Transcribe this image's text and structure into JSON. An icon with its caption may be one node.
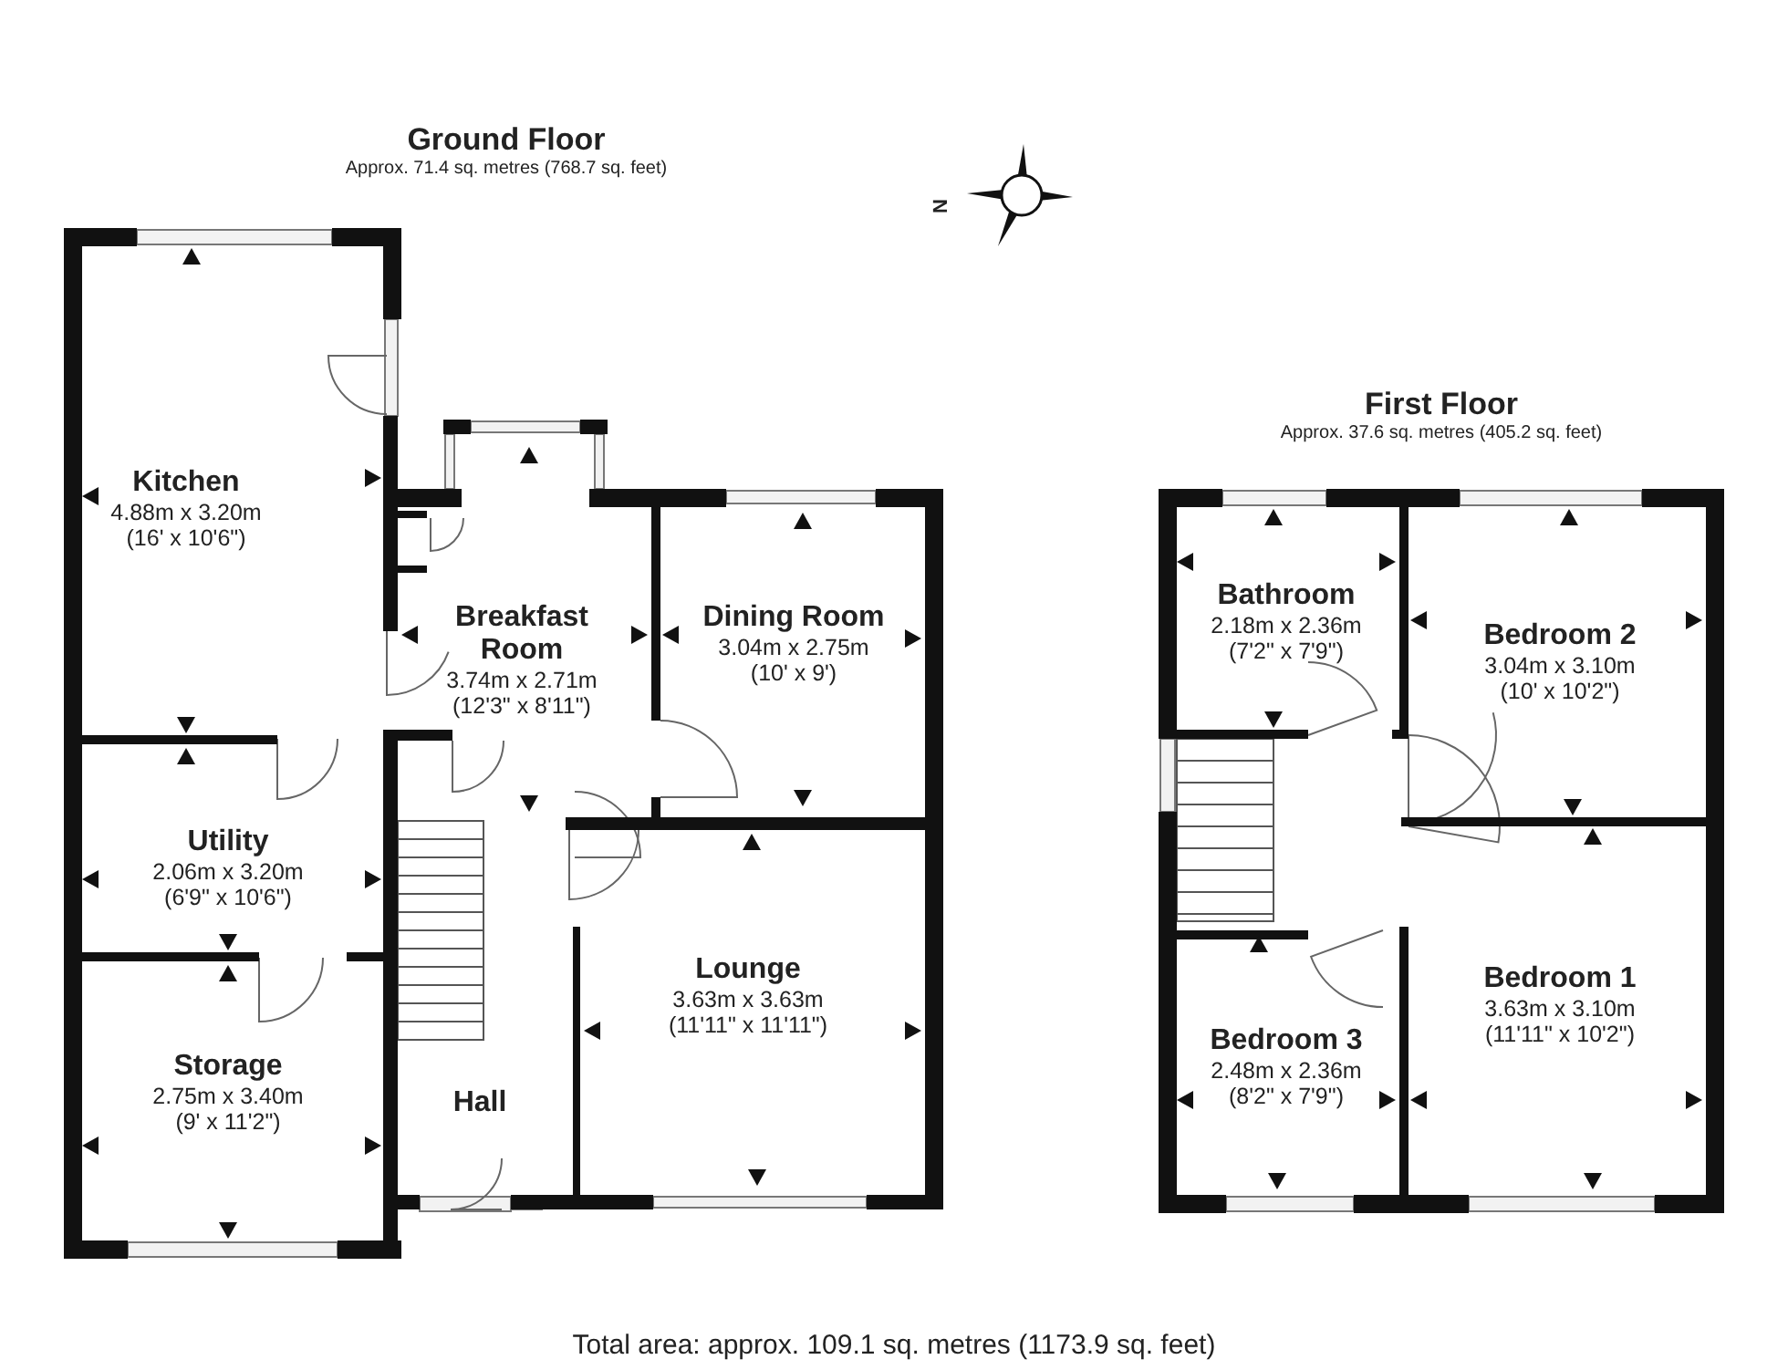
{
  "diagram": {
    "caption": "Total area: approx. 109.1 sq. metres (1173.9 sq. feet)",
    "nodes": [
      {
        "text": [
          "Ground Floor",
          "Approx. 71.4 sq. metres (768.7 sq. feet)"
        ]
      },
      {
        "text": [
          "Kitchen",
          "4.88m x 3.20m",
          "(16' x 10'6\")"
        ],
        "in": 0
      },
      {
        "text": [
          "Breakfast Room",
          "3.74m x 2.71m",
          "(12'3\" x 8'11\")"
        ],
        "in": 0
      },
      {
        "text": [
          "Dining Room",
          "3.04m x 2.75m",
          "(10' x 9')"
        ],
        "in": 0
      },
      {
        "text": [
          "Utility",
          "2.06m x 3.20m",
          "(6'9\" x 10'6\")"
        ],
        "in": 0
      },
      {
        "text": [
          "Lounge",
          "3.63m x 3.63m",
          "(11'11\" x 11'11\")"
        ],
        "in": 0
      },
      {
        "text": [
          "Storage",
          "2.75m x 3.40m",
          "(9' x 11'2\")"
        ],
        "in": 0
      },
      {
        "text": [
          "Hall"
        ],
        "in": 0
      },
      {
        "text": [
          "First Floor",
          "Approx. 37.6 sq. metres (405.2 sq. feet)"
        ]
      },
      {
        "text": [
          "Bathroom",
          "2.18m x 2.36m",
          "(7'2\" x 7'9\")"
        ],
        "in": 8
      },
      {
        "text": [
          "Bedroom 2",
          "3.04m x 3.10m",
          "(10' x 10'2\")"
        ],
        "in": 8
      },
      {
        "text": [
          "Bedroom 1",
          "3.63m x 3.10m",
          "(11'11\" x 10'2\")"
        ],
        "in": 8
      },
      {
        "text": [
          "Bedroom 3",
          "2.48m x 2.36m",
          "(8'2\" x 7'9\")"
        ],
        "in": 8
      }
    ],
    "labels": [
      "N"
    ]
  }
}
